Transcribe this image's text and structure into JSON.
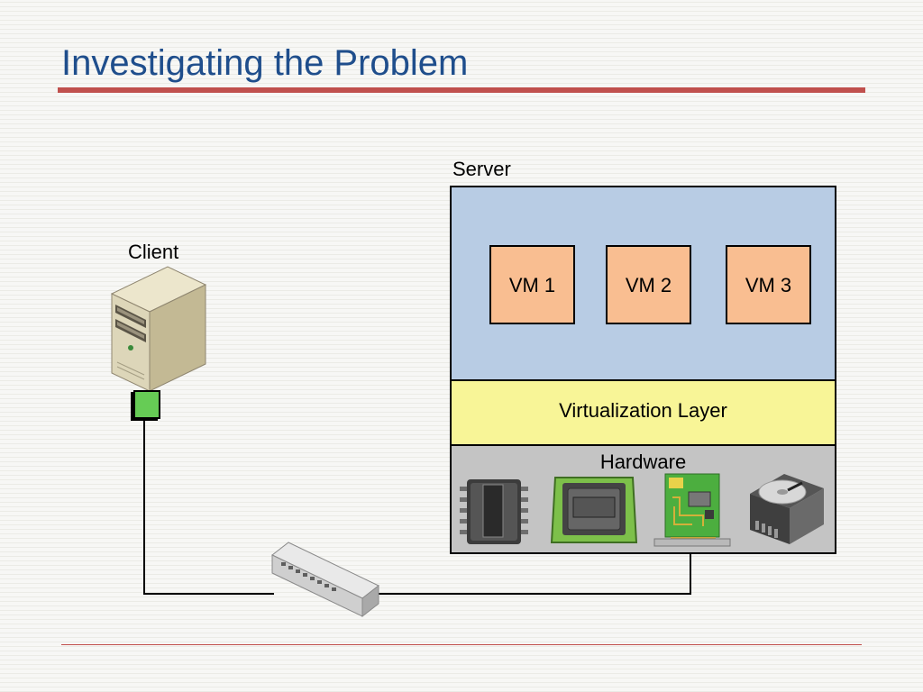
{
  "slide": {
    "title": "Investigating the Problem"
  },
  "diagram": {
    "client_label": "Client",
    "server_label": "Server",
    "vms": [
      "VM 1",
      "VM 2",
      "VM 3"
    ],
    "virtualization_label": "Virtualization Layer",
    "hardware_label": "Hardware"
  },
  "colors": {
    "title": "#1f4e8c",
    "accent_rule": "#c0504d",
    "vm_area": "#b8cce4",
    "vm_box": "#f9be91",
    "virtualization_layer": "#f8f597",
    "hardware_layer": "#c4c4c4",
    "network_port": "#66cc55"
  },
  "icons": [
    "tower-server-icon",
    "network-port-icon",
    "memory-chip-icon",
    "cpu-icon",
    "network-card-icon",
    "hard-drive-icon",
    "network-switch-icon"
  ]
}
